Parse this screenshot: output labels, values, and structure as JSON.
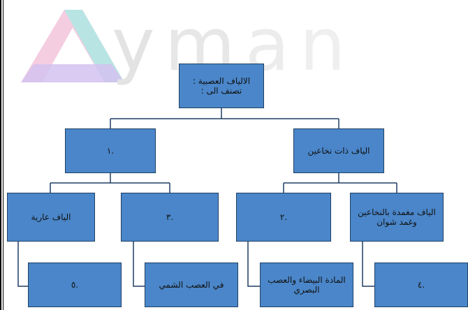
{
  "watermark": {
    "text": "Ayman"
  },
  "colors": {
    "box_fill": "#4a86c9",
    "box_border": "#1f3f64",
    "line": "#1f3f64",
    "watermark_pink": "#f3c4dc",
    "watermark_teal": "#aee7e4",
    "watermark_lilac": "#d2c2ee"
  },
  "nodes": {
    "root": "الالياف العصبية : تصنف الى :",
    "level1_right": "الياف ذات نخاعين",
    "level1_left": ".١",
    "myelinated_sheathed": "الياف مغمدة بالنخاعين وغمد شوان",
    "myelinated_2": ".٢",
    "unmyelinated_3": ".٣",
    "bare_fibers": "الياف عارية",
    "example_4": ".٤",
    "white_matter": "المادة البيضاء والعصب البصري",
    "olfactory": "في العصب الشمي",
    "example_5": ".٥"
  }
}
